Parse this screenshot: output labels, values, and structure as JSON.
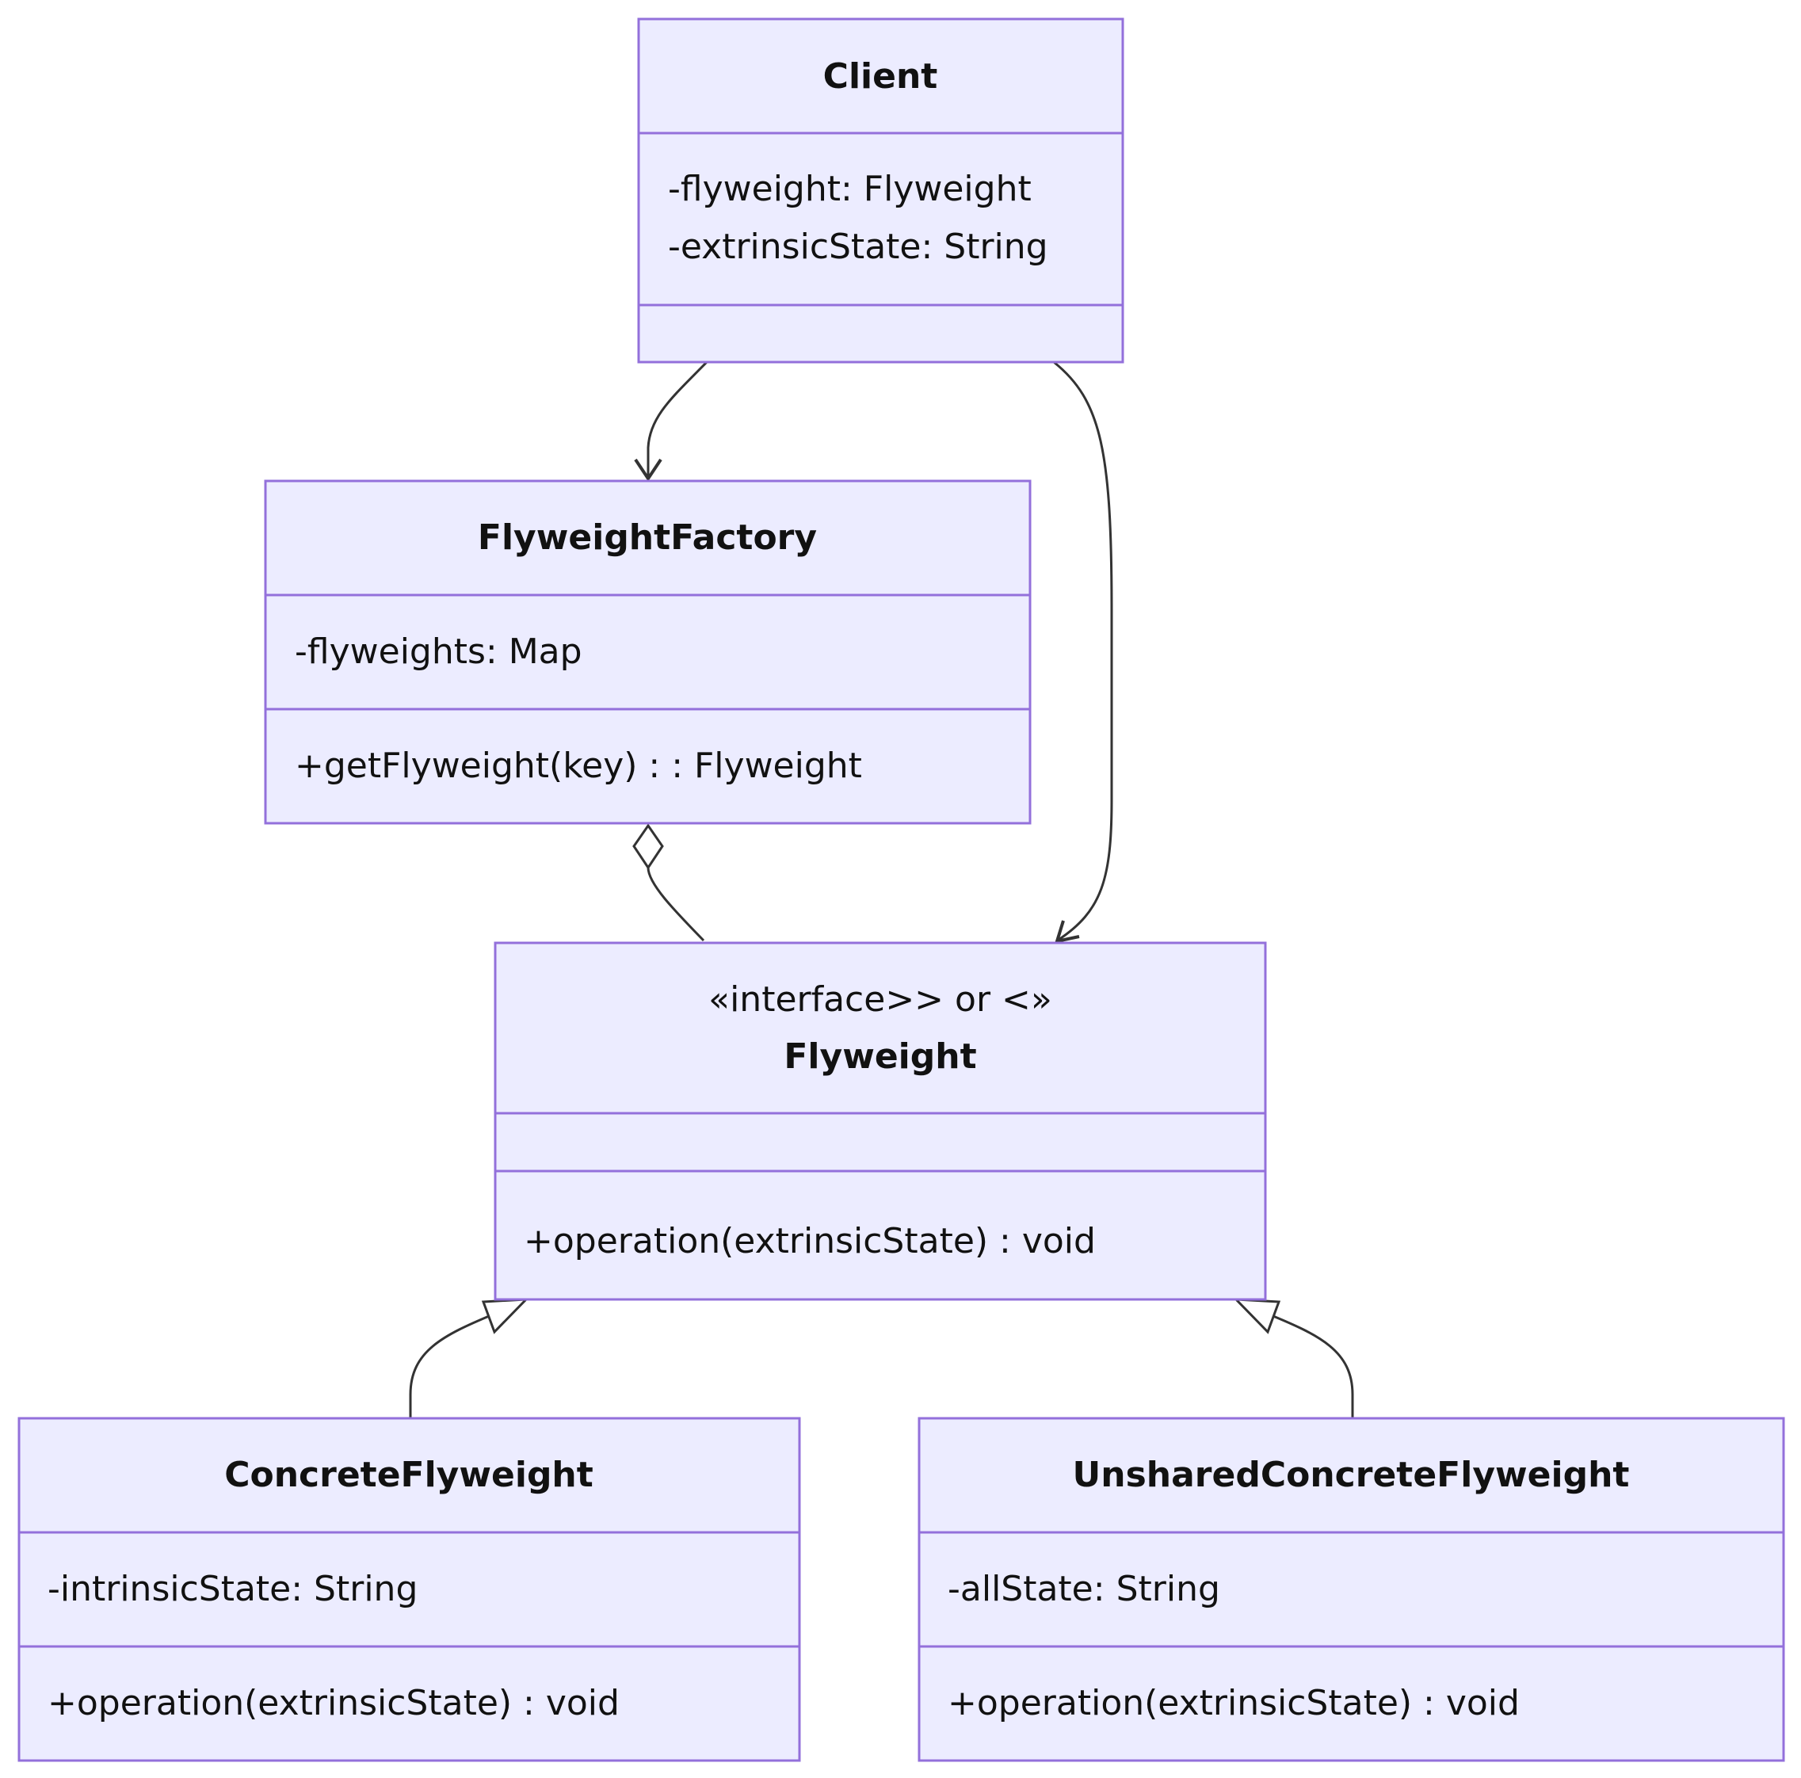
{
  "diagram": {
    "classes": {
      "client": {
        "name": "Client",
        "attributes": [
          "-flyweight: Flyweight",
          "-extrinsicState: String"
        ],
        "methods": []
      },
      "factory": {
        "name": "FlyweightFactory",
        "attributes": [
          "-flyweights: Map"
        ],
        "methods": [
          "+getFlyweight(key) : : Flyweight"
        ]
      },
      "flyweight": {
        "stereotype": "«interface>> or <»",
        "name": "Flyweight",
        "attributes": [],
        "methods": [
          "+operation(extrinsicState) : void"
        ]
      },
      "concrete": {
        "name": "ConcreteFlyweight",
        "attributes": [
          "-intrinsicState: String"
        ],
        "methods": [
          "+operation(extrinsicState) : void"
        ]
      },
      "unshared": {
        "name": "UnsharedConcreteFlyweight",
        "attributes": [
          "-allState: String"
        ],
        "methods": [
          "+operation(extrinsicState) : void"
        ]
      }
    },
    "relationships": [
      {
        "from": "Client",
        "to": "FlyweightFactory",
        "type": "association"
      },
      {
        "from": "Client",
        "to": "Flyweight",
        "type": "association"
      },
      {
        "from": "FlyweightFactory",
        "to": "Flyweight",
        "type": "aggregation"
      },
      {
        "from": "ConcreteFlyweight",
        "to": "Flyweight",
        "type": "inheritance"
      },
      {
        "from": "UnsharedConcreteFlyweight",
        "to": "Flyweight",
        "type": "inheritance"
      }
    ],
    "colors": {
      "class_fill": "#ececff",
      "class_stroke": "#9370db",
      "edge": "#333333"
    }
  }
}
